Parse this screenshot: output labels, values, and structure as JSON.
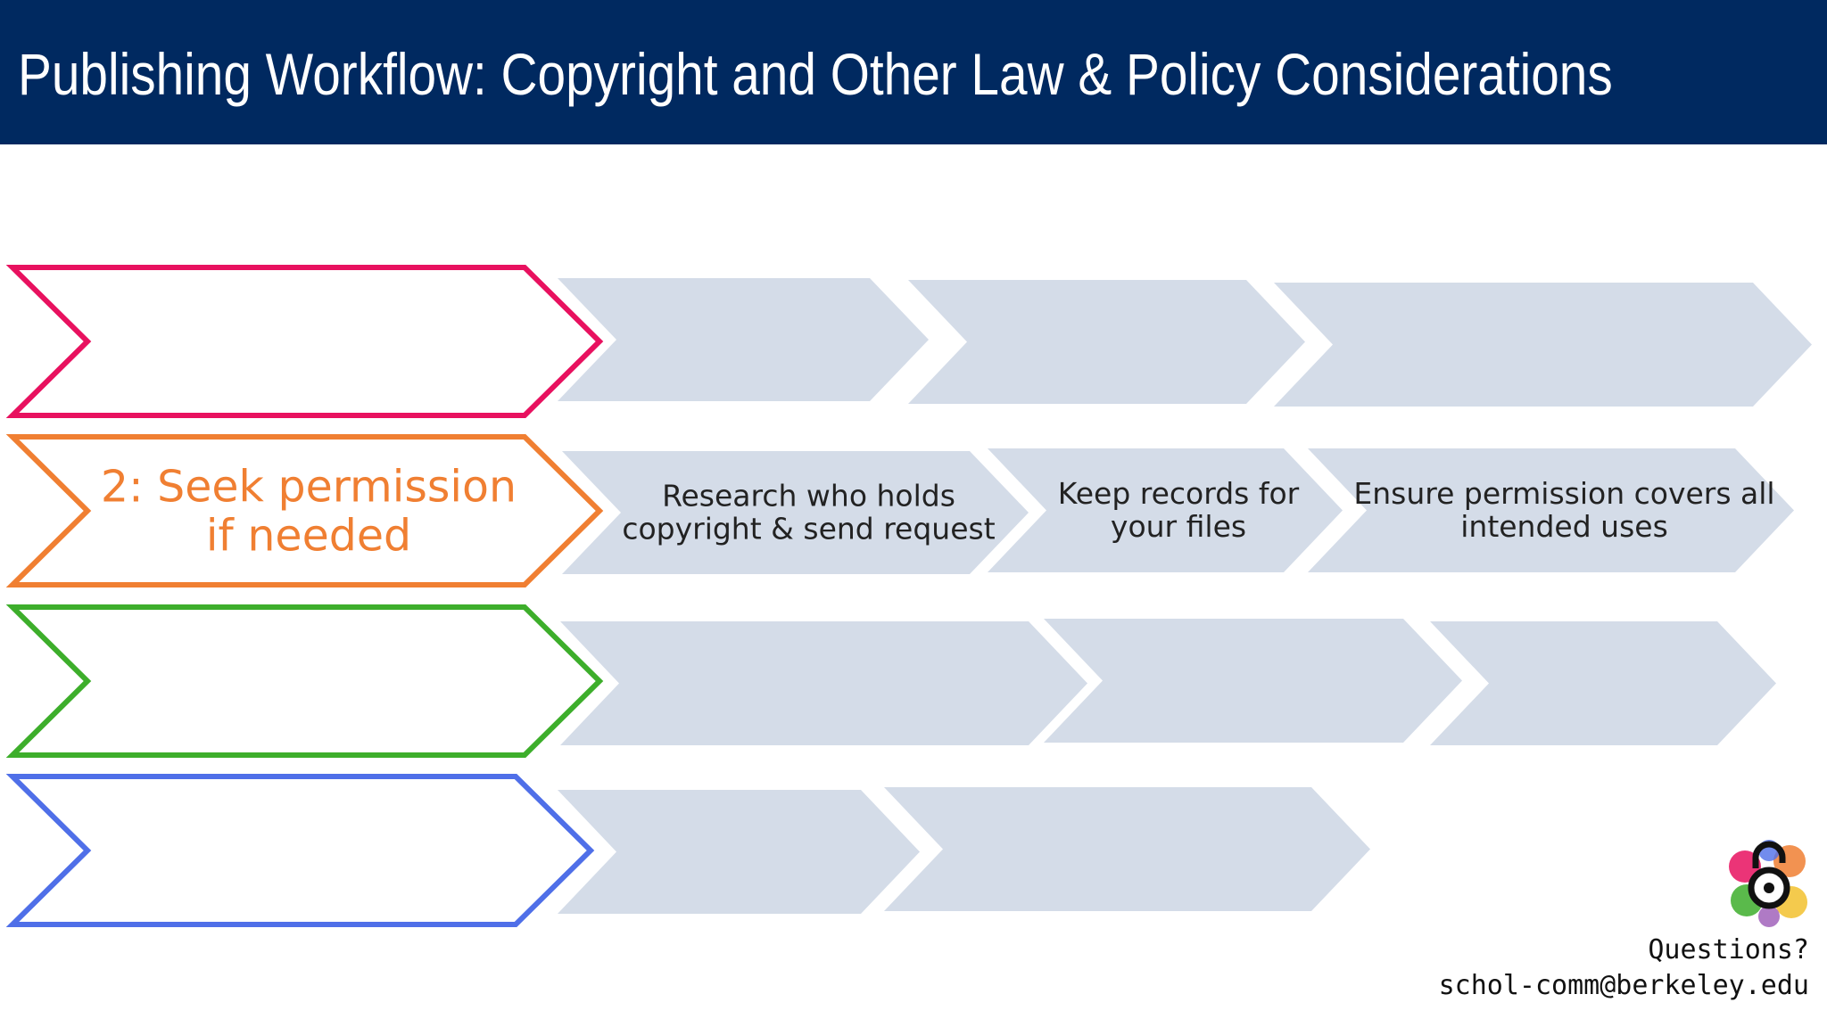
{
  "header": {
    "title": "Publishing Workflow: Copyright and Other Law & Policy Considerations"
  },
  "colors": {
    "header_bg": "#002960",
    "row1": "#E8115F",
    "row2": "#F07F32",
    "row3": "#3DAE2B",
    "row4": "#4F6FE8",
    "step_fill": "#D4DCE8",
    "step_text": "#222222"
  },
  "rows": [
    {
      "color_key": "row1",
      "label_lines": [],
      "steps": [
        {
          "lines": []
        },
        {
          "lines": []
        },
        {
          "lines": []
        }
      ]
    },
    {
      "color_key": "row2",
      "label_lines": [
        "2: Seek permission",
        "if needed"
      ],
      "steps": [
        {
          "lines": [
            "Research who holds",
            "copyright & send request"
          ]
        },
        {
          "lines": [
            "Keep records for",
            "your files"
          ]
        },
        {
          "lines": [
            "Ensure permission covers all",
            "intended uses"
          ]
        }
      ]
    },
    {
      "color_key": "row3",
      "label_lines": [],
      "steps": [
        {
          "lines": []
        },
        {
          "lines": []
        },
        {
          "lines": []
        }
      ]
    },
    {
      "color_key": "row4",
      "label_lines": [],
      "steps": [
        {
          "lines": []
        },
        {
          "lines": []
        }
      ]
    }
  ],
  "footer": {
    "logo_icon": "open-access-icon",
    "question": "Questions?",
    "email": "schol-comm@berkeley.edu"
  }
}
